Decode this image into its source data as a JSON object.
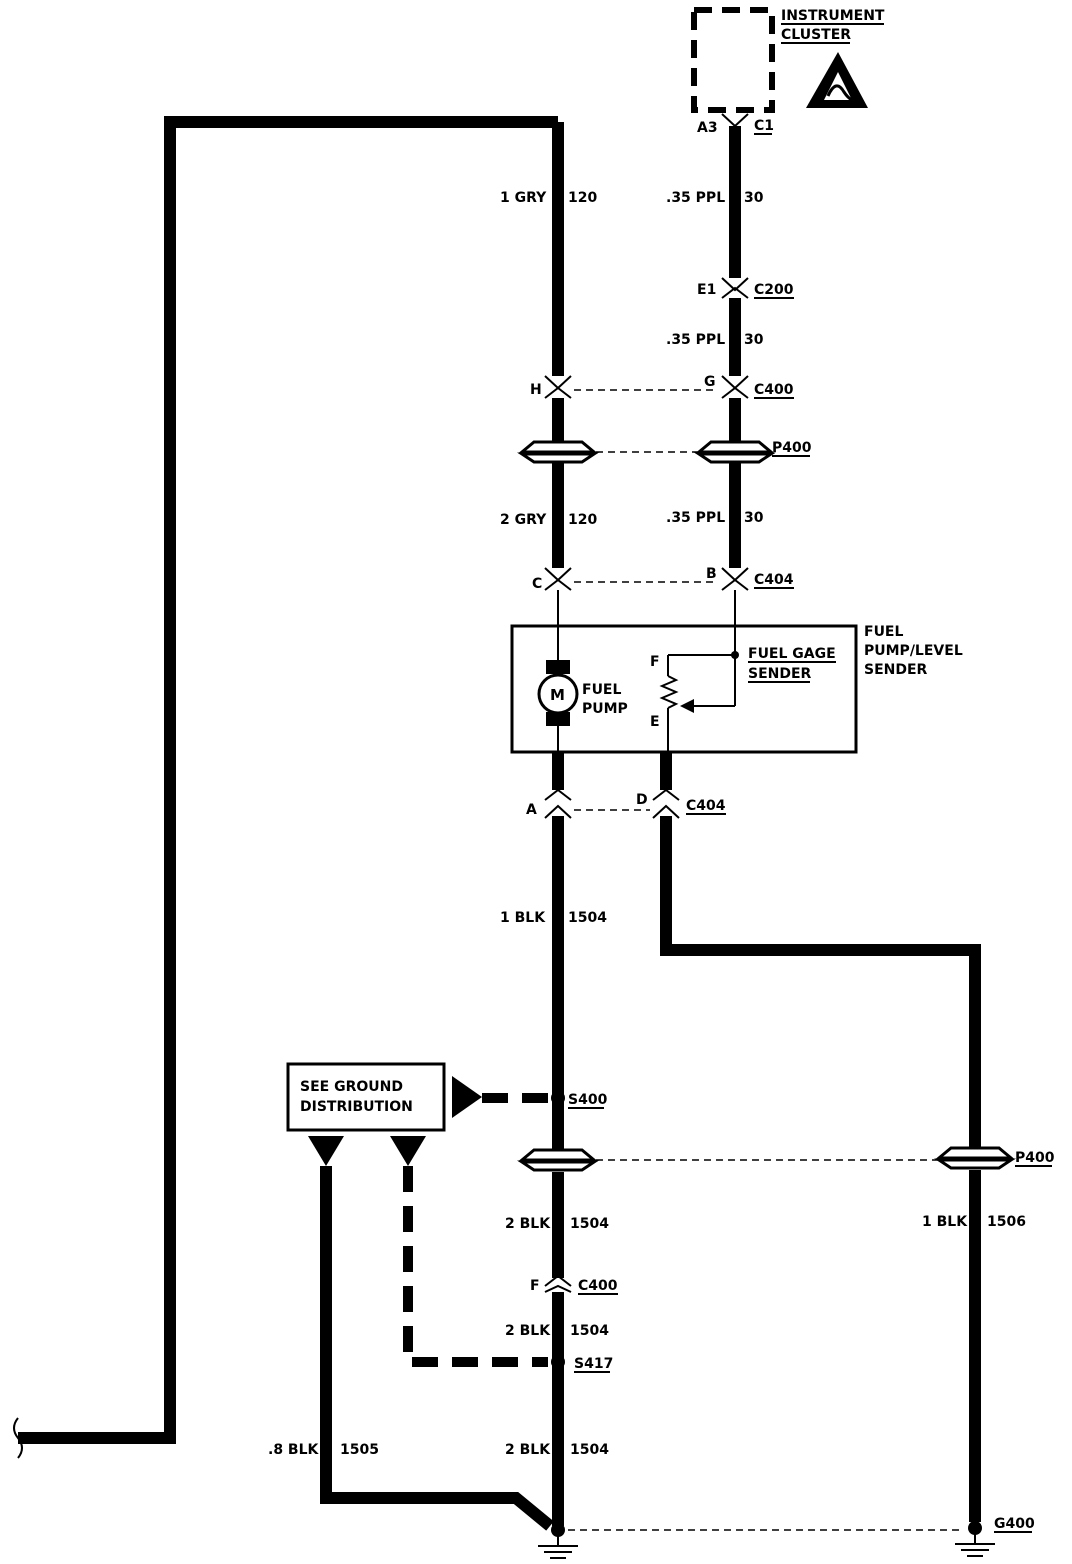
{
  "components": {
    "instrument_cluster": [
      "INSTRUMENT",
      "CLUSTER"
    ],
    "fuel_pump_level_sender": [
      "FUEL",
      "PUMP/LEVEL",
      "SENDER"
    ],
    "fuel_gage_sender": [
      "FUEL GAGE",
      "SENDER"
    ],
    "fuel_pump": [
      "FUEL",
      "PUMP"
    ],
    "motor_symbol": "M",
    "ground_distribution": [
      "SEE GROUND",
      "DISTRIBUTION"
    ]
  },
  "connectors": {
    "a3": "A3",
    "c1": "C1",
    "e1": "E1",
    "c200": "C200",
    "h": "H",
    "g": "G",
    "c400_top": "C400",
    "p400_top": "P400",
    "c": "C",
    "b": "B",
    "c404_top": "C404",
    "sender_f": "F",
    "sender_e": "E",
    "a": "A",
    "d": "D",
    "c404_bottom": "C404",
    "s400": "S400",
    "p400_right": "P400",
    "f": "F",
    "c400_bottom": "C400",
    "s417": "S417",
    "g400": "G400"
  },
  "wires": {
    "grv_1": {
      "gauge": "1 GRY",
      "circuit": "120"
    },
    "grv_2": {
      "gauge": "2 GRY",
      "circuit": "120"
    },
    "ppl_1": {
      "gauge": ".35 PPL",
      "circuit": "30"
    },
    "ppl_2": {
      "gauge": ".35 PPL",
      "circuit": "30"
    },
    "ppl_3": {
      "gauge": ".35 PPL",
      "circuit": "30"
    },
    "blk_1": {
      "gauge": "1 BLK",
      "circuit": "1504"
    },
    "blk_2a": {
      "gauge": "2 BLK",
      "circuit": "1504"
    },
    "blk_2b": {
      "gauge": "2 BLK",
      "circuit": "1504"
    },
    "blk_2c": {
      "gauge": "2 BLK",
      "circuit": "1504"
    },
    "blk_right": {
      "gauge": "1 BLK",
      "circuit": "1506"
    },
    "blk_08": {
      "gauge": ".8 BLK",
      "circuit": "1505"
    }
  }
}
